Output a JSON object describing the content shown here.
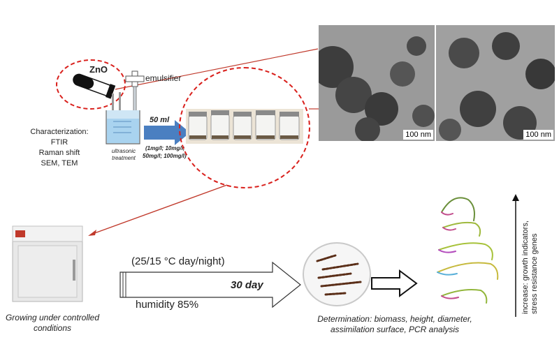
{
  "top": {
    "vial_label": "ZnO",
    "emulsifier_label": "emulsifier",
    "beaker_label": "ultrasonic treatment",
    "arrow_label": "50 ml",
    "concentrations_line1": "(1mg/l; 10mg/l;",
    "concentrations_line2": "50mg/l; 100mg/l)",
    "characterization": [
      "Characterization:",
      "FTIR",
      "Raman shift",
      "SEM, TEM"
    ],
    "tem_images": [
      {
        "scale": "100 nm"
      },
      {
        "scale": "100 nm"
      }
    ]
  },
  "bottom": {
    "chamber_caption_line1": "Growing under controlled",
    "chamber_caption_line2": "conditions",
    "conditions_temp": "(25/15 °C day/night)",
    "conditions_days": "30 day",
    "conditions_humidity": "humidity 85%",
    "determination_line1": "Determination: biomass, height, diameter,",
    "determination_line2": "assimilation surface, PCR analysis",
    "increase_line1": "increase: growth indicators,",
    "increase_line2": "stress resistance genes"
  },
  "colors": {
    "dashed_red": "#d9201c",
    "arrow_blue": "#4a7fc1",
    "connector_red": "#c0392b"
  }
}
